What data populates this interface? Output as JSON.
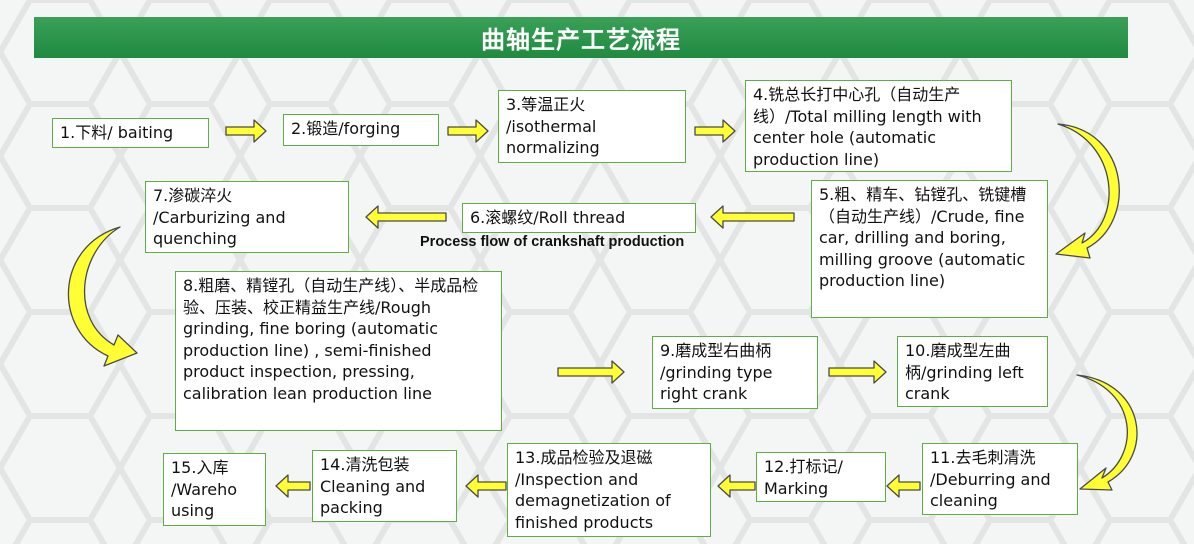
{
  "title": "曲轴生产工艺流程",
  "subtitle": "Process flow of crankshaft production",
  "colors": {
    "title_bar": "#249046",
    "box_border": "#5fae45",
    "arrow_fill": "#ffff33",
    "arrow_stroke": "#4a4a4a"
  },
  "steps": [
    {
      "id": "1",
      "text": "1.下料/  baiting"
    },
    {
      "id": "2",
      "text": "2.锻造/forging"
    },
    {
      "id": "3",
      "text": "3.等温正火\n/isothermal\nnormalizing"
    },
    {
      "id": "4",
      "text": "4.铣总长打中心孔（自动生产线）/Total milling length with center hole (automatic production line)"
    },
    {
      "id": "5",
      "text": "5.粗、精车、钻镗孔、铣键槽（自动生产线）/Crude, fine car, drilling and boring, milling groove (automatic production line)"
    },
    {
      "id": "6",
      "text": "6.滚螺纹/Roll thread"
    },
    {
      "id": "7",
      "text": "7.渗碳淬火\n/Carburizing and\nquenching"
    },
    {
      "id": "8",
      "text": "8.粗磨、精镗孔（自动生产线）、半成品检验、压装、校正精益生产线/Rough grinding, fine boring (automatic production line) , semi-finished product inspection, pressing, calibration lean production line"
    },
    {
      "id": "9",
      "text": "9.磨成型右曲柄\n/grinding type\nright crank"
    },
    {
      "id": "10",
      "text": "10.磨成型左曲柄/grinding left crank"
    },
    {
      "id": "11",
      "text": "11.去毛刺清洗\n/Deburring and\ncleaning"
    },
    {
      "id": "12",
      "text": "12.打标记/\nMarking"
    },
    {
      "id": "13",
      "text": "13.成品检验及退磁\n/Inspection and\ndemagnetization of\nfinished products"
    },
    {
      "id": "14",
      "text": "14.清洗包装\nCleaning and\npacking"
    },
    {
      "id": "15",
      "text": "15.入库\n/Wareho\nusing"
    }
  ]
}
